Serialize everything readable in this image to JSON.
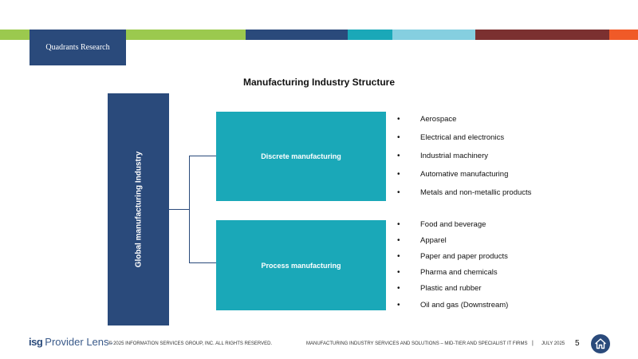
{
  "header": {
    "tag_label": "Quadrants Research",
    "color_segments": [
      "#9bc94e",
      "#2a4a7b",
      "#1aa8b8",
      "#85cfe0",
      "#7b3030",
      "#f05a28"
    ]
  },
  "diagram": {
    "title": "Manufacturing Industry Structure",
    "root": "Global manufacturing Industry",
    "branches": [
      {
        "label": "Discrete manufacturing",
        "items": [
          "Aerospace",
          "Electrical and electronics",
          "Industrial machinery",
          "Automative manufacturing",
          "Metals and non-metallic products"
        ]
      },
      {
        "label": "Process manufacturing",
        "items": [
          "Food and beverage",
          "Apparel",
          "Paper and paper products",
          "Pharma and chemicals",
          "Plastic and rubber",
          "Oil and gas (Downstream)"
        ]
      }
    ],
    "colors": {
      "root": "#2a4a7b",
      "branch": "#1aa8b8"
    }
  },
  "footer": {
    "logo_isg": "isg",
    "logo_product": "Provider Lens",
    "logo_mark": "™",
    "copyright": "© 2025 INFORMATION SERVICES GROUP, INC. ALL RIGHTS RESERVED.",
    "report_title": "MANUFACTURING INDUSTRY SERVICES AND SOLUTIONS – MID-TIER AND SPECIALIST IT FIRMS",
    "separator": "|",
    "date": "JULY 2025",
    "page_number": "5",
    "home_icon": "home-icon"
  }
}
